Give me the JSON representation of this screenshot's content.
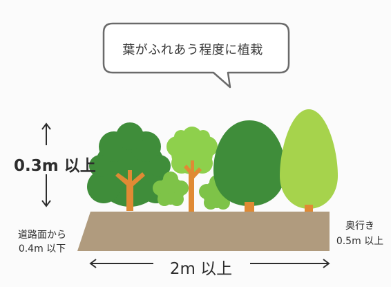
{
  "speech_bubble": {
    "text": "葉がふれあう程度に植栽"
  },
  "labels": {
    "height": "0.3m 以上",
    "road_line1": "道路面から",
    "road_line2": "0.4m 以下",
    "depth_line1": "奥行き",
    "depth_line2": "0.5m 以上",
    "width": "2m 以上"
  },
  "colors": {
    "planter": "#b09b7e",
    "dark_green": "#3f8d3a",
    "mid_green": "#5fb145",
    "light_green": "#8ed04c",
    "lime_green": "#a6d34c",
    "trunk": "#e08a34",
    "bubble_stroke": "#6a6a6a"
  }
}
